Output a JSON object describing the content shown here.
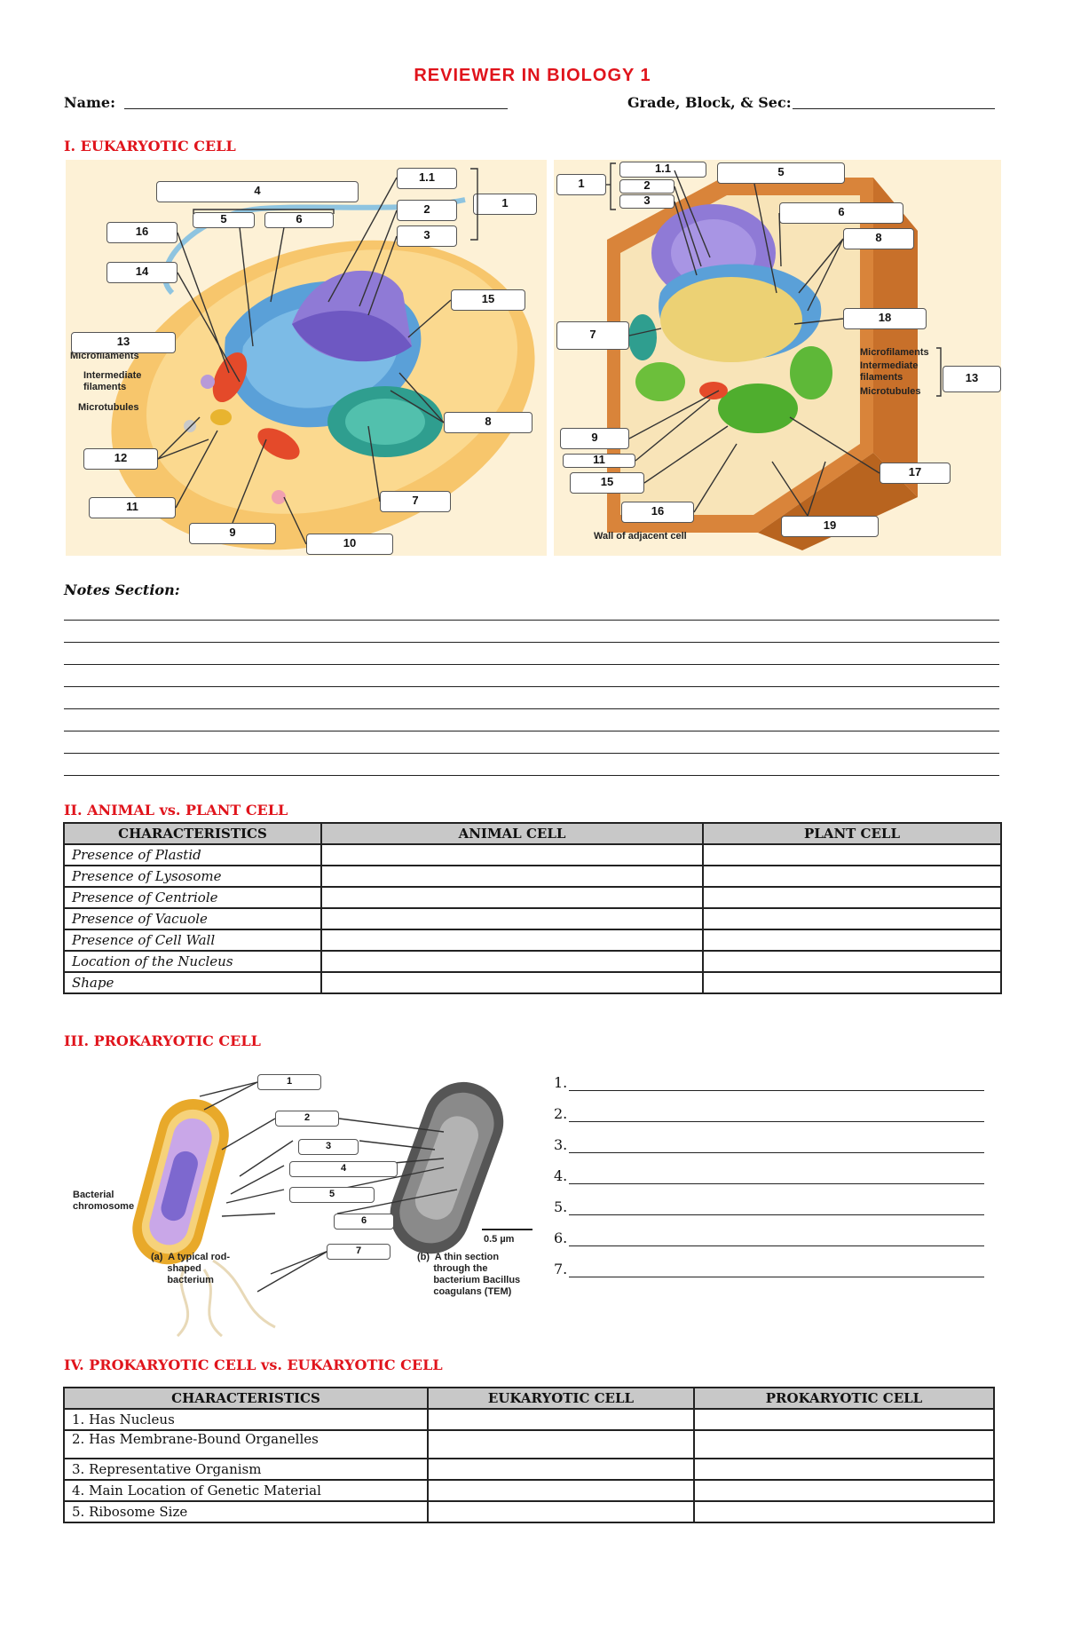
{
  "header": {
    "title": "REVIEWER IN BIOLOGY 1",
    "name_label": "Name:",
    "grade_label": "Grade, Block, & Sec:"
  },
  "section1": {
    "heading": "I. EUKARYOTIC CELL",
    "animal_labels": [
      "1.1",
      "1",
      "2",
      "3",
      "4",
      "5",
      "6",
      "16",
      "14",
      "15",
      "13",
      "8",
      "12",
      "7",
      "11",
      "9",
      "10"
    ],
    "animal_captions": {
      "microfilaments": "Microfilaments",
      "intermediate": "Intermediate\nfilaments",
      "microtubules": "Microtubules"
    },
    "plant_labels": [
      "1",
      "1.1",
      "2",
      "3",
      "5",
      "6",
      "8",
      "18",
      "7",
      "13",
      "9",
      "11",
      "15",
      "17",
      "16",
      "19"
    ],
    "plant_captions": {
      "microfilaments": "Microfilaments",
      "intermediate": "Intermediate\nfilaments",
      "microtubules": "Microtubules",
      "adjacent": "Wall of adjacent cell"
    }
  },
  "notes": {
    "heading": "Notes Section:"
  },
  "section2": {
    "heading": "II. ANIMAL vs. PLANT CELL",
    "columns": [
      "CHARACTERISTICS",
      "ANIMAL CELL",
      "PLANT CELL"
    ],
    "rows": [
      "Presence of Plastid",
      "Presence of Lysosome",
      "Presence of Centriole",
      "Presence of Vacuole",
      "Presence of Cell Wall",
      "Location of the Nucleus",
      "Shape"
    ]
  },
  "section3": {
    "heading": "III. PROKARYOTIC CELL",
    "labels": [
      "1",
      "2",
      "3",
      "4",
      "5",
      "6",
      "7"
    ],
    "chromosome_caption": "Bacterial\nchromosome",
    "caption_a": "(a)  A typical rod-\n      shaped\n      bacterium",
    "caption_b_line1": "(b)  A thin section",
    "caption_b_line2": "      through the",
    "caption_b_line3": "      bacterium Bacillus",
    "caption_b_line4": "      coagulans (TEM)",
    "scale": "0.5 µm",
    "answer_numbers": [
      "1.",
      "2.",
      "3.",
      "4.",
      "5.",
      "6.",
      "7."
    ]
  },
  "section4": {
    "heading": "IV. PROKARYOTIC CELL vs. EUKARYOTIC CELL",
    "columns": [
      "CHARACTERISTICS",
      "EUKARYOTIC CELL",
      "PROKARYOTIC CELL"
    ],
    "rows": [
      "1. Has Nucleus",
      "2. Has Membrane-Bound Organelles",
      "3. Representative Organism",
      "4. Main Location of Genetic Material",
      "5. Ribosome Size"
    ]
  }
}
